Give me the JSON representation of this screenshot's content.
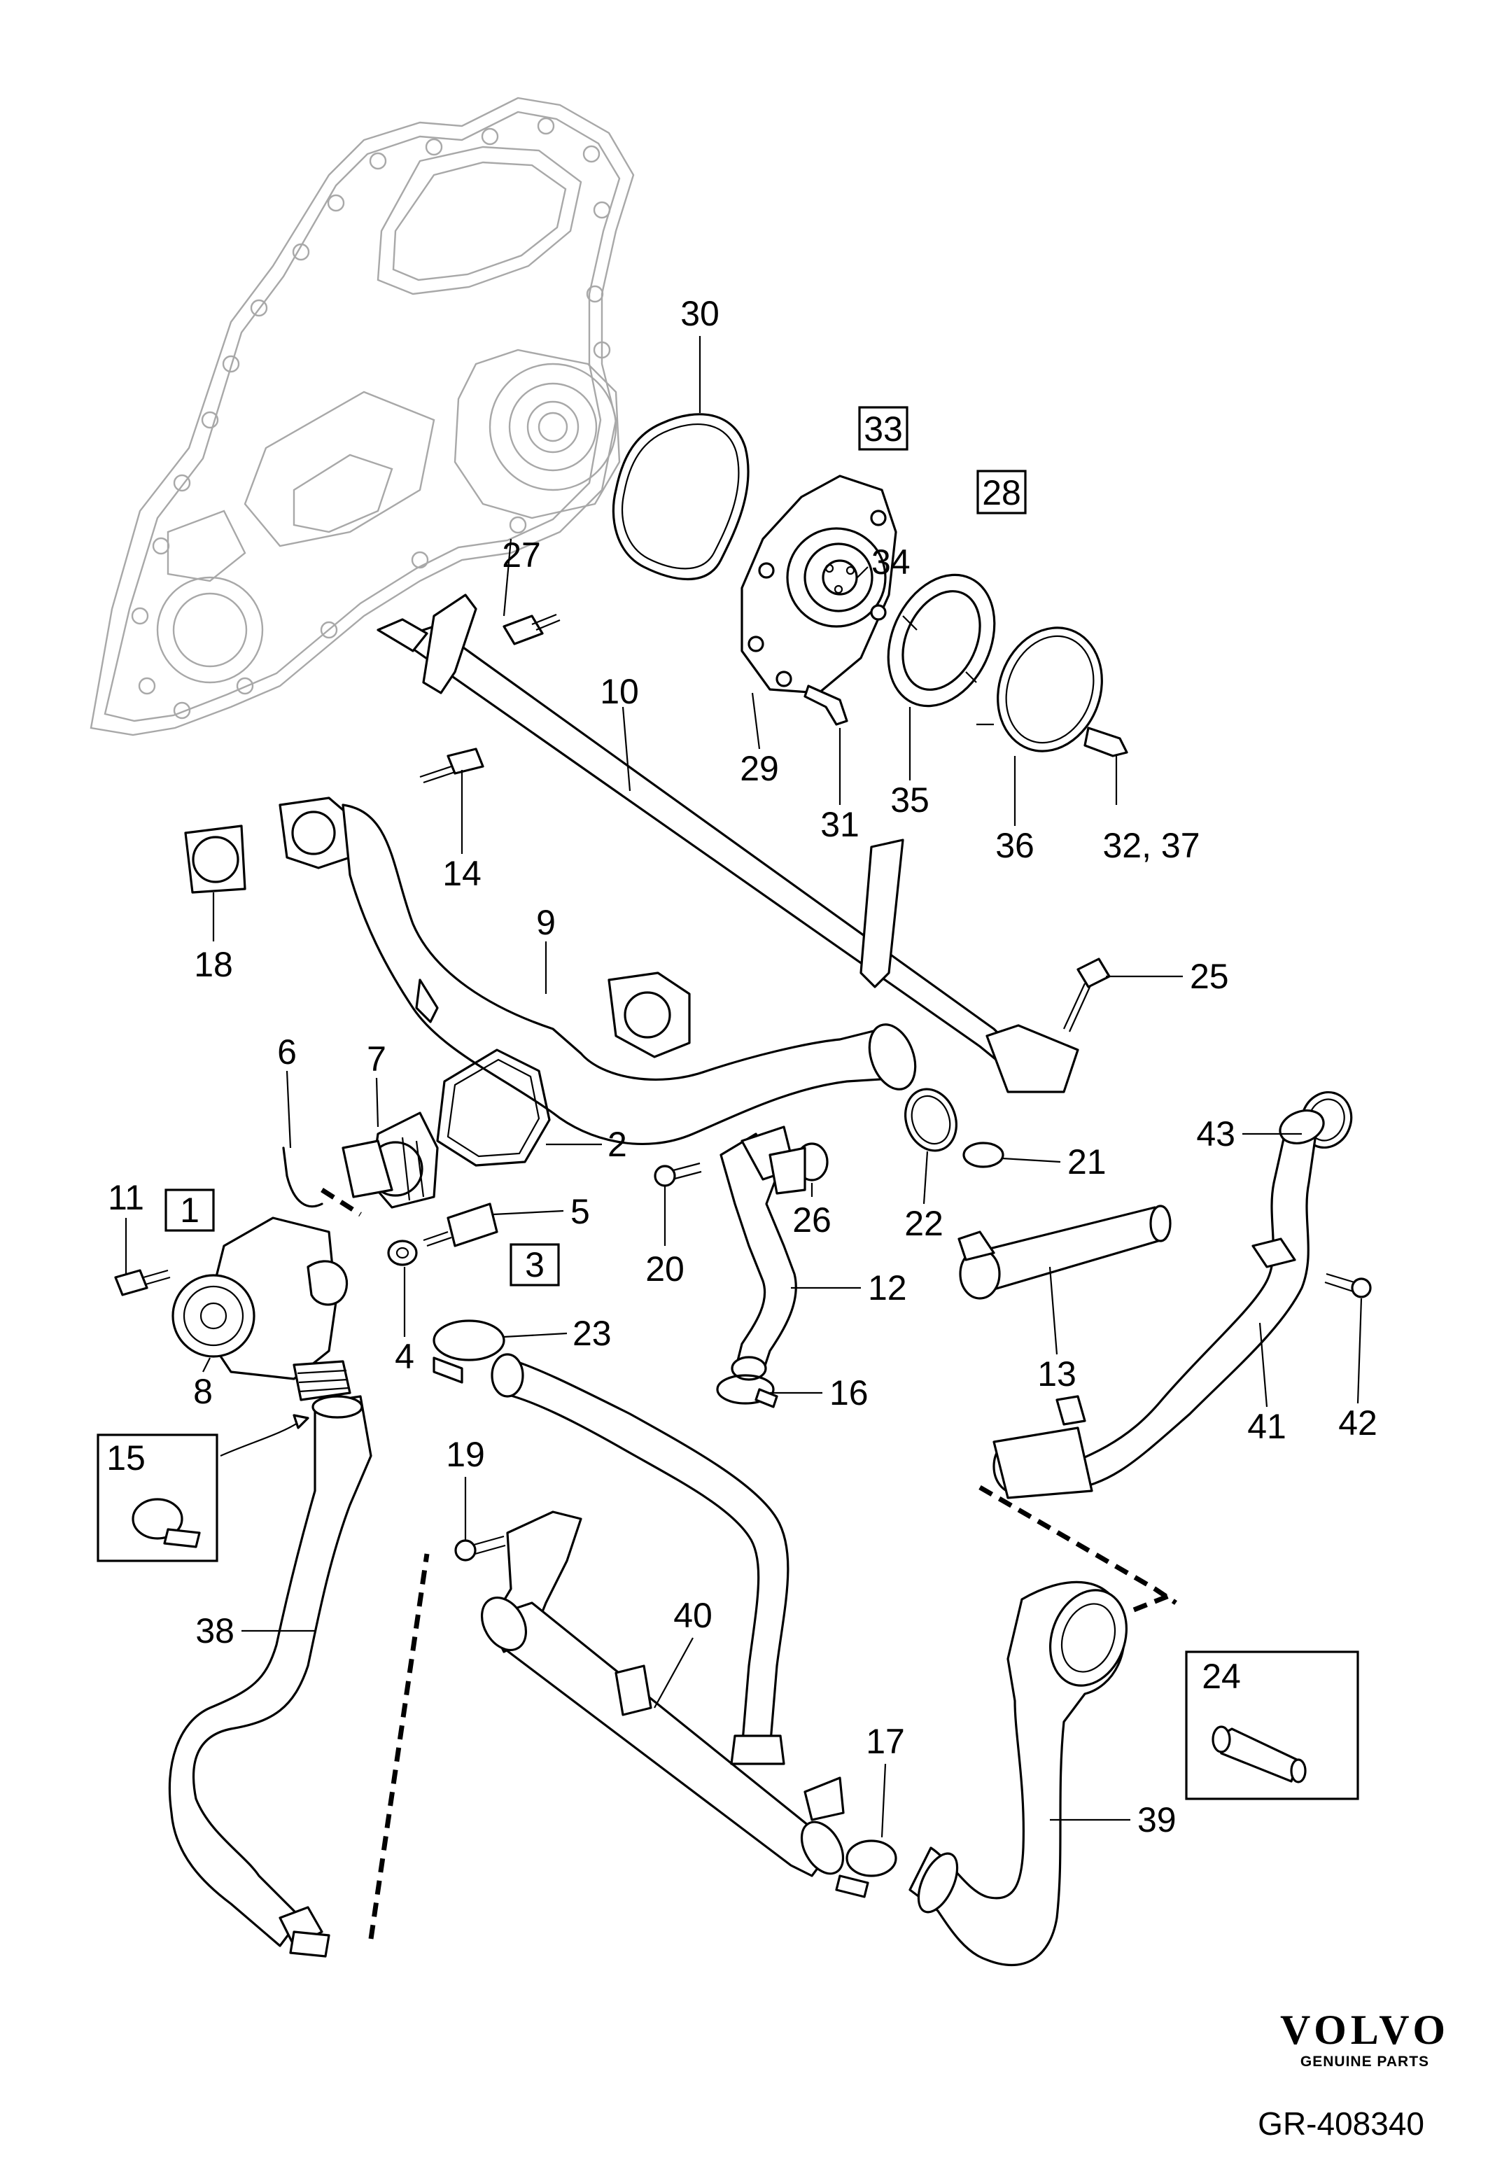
{
  "callouts": [
    {
      "id": "p30",
      "text": "30"
    },
    {
      "id": "p33",
      "text": "33",
      "boxed": true
    },
    {
      "id": "p28",
      "text": "28",
      "boxed": true
    },
    {
      "id": "p27",
      "text": "27"
    },
    {
      "id": "p34",
      "text": "34"
    },
    {
      "id": "p10",
      "text": "10"
    },
    {
      "id": "p29",
      "text": "29"
    },
    {
      "id": "p31",
      "text": "31"
    },
    {
      "id": "p35",
      "text": "35"
    },
    {
      "id": "p36",
      "text": "36"
    },
    {
      "id": "p3237",
      "text": "32, 37"
    },
    {
      "id": "p14",
      "text": "14"
    },
    {
      "id": "p18",
      "text": "18"
    },
    {
      "id": "p9",
      "text": "9"
    },
    {
      "id": "p25",
      "text": "25"
    },
    {
      "id": "p6",
      "text": "6"
    },
    {
      "id": "p7",
      "text": "7"
    },
    {
      "id": "p2",
      "text": "2"
    },
    {
      "id": "p11",
      "text": "11"
    },
    {
      "id": "p1",
      "text": "1",
      "boxed": true
    },
    {
      "id": "p5",
      "text": "5"
    },
    {
      "id": "p3",
      "text": "3",
      "boxed": true
    },
    {
      "id": "p4",
      "text": "4"
    },
    {
      "id": "p8",
      "text": "8"
    },
    {
      "id": "p23",
      "text": "23"
    },
    {
      "id": "p20",
      "text": "20"
    },
    {
      "id": "p26",
      "text": "26"
    },
    {
      "id": "p12",
      "text": "12"
    },
    {
      "id": "p16",
      "text": "16"
    },
    {
      "id": "p22",
      "text": "22"
    },
    {
      "id": "p21",
      "text": "21"
    },
    {
      "id": "p13",
      "text": "13"
    },
    {
      "id": "p43",
      "text": "43"
    },
    {
      "id": "p41",
      "text": "41"
    },
    {
      "id": "p42",
      "text": "42"
    },
    {
      "id": "p15",
      "text": "15"
    },
    {
      "id": "p19",
      "text": "19"
    },
    {
      "id": "p38",
      "text": "38"
    },
    {
      "id": "p40",
      "text": "40"
    },
    {
      "id": "p17",
      "text": "17"
    },
    {
      "id": "p24",
      "text": "24"
    },
    {
      "id": "p39",
      "text": "39"
    }
  ],
  "branding": {
    "logo_text": "VOLVO",
    "logo_subtext": "GENUINE PARTS",
    "reference": "GR-408340"
  }
}
